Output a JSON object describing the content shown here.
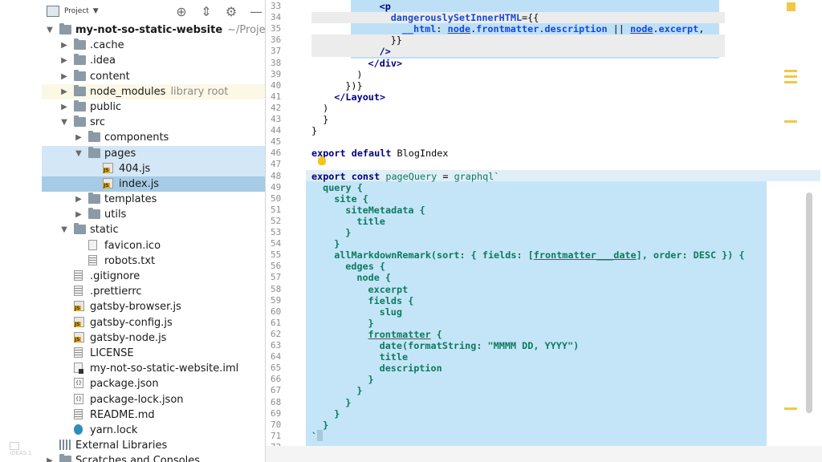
{
  "watermark": "IDEAS.1",
  "project": {
    "title": "Project",
    "toolbar_icons": [
      "crosshair-icon",
      "collapse-icon",
      "gear-icon",
      "minimize-icon"
    ],
    "tree": [
      {
        "label": "my-not-so-static-website",
        "suffix": "~/Projekte/",
        "type": "folder",
        "arrow": "down",
        "indent": 0,
        "bold": true
      },
      {
        "label": ".cache",
        "type": "folder",
        "arrow": "right",
        "indent": 1
      },
      {
        "label": ".idea",
        "type": "folder",
        "arrow": "right",
        "indent": 1
      },
      {
        "label": "content",
        "type": "folder",
        "arrow": "right",
        "indent": 1
      },
      {
        "label": "node_modules",
        "suffix": "library root",
        "type": "folder",
        "arrow": "right",
        "indent": 1,
        "state": "hl"
      },
      {
        "label": "public",
        "type": "folder",
        "arrow": "right",
        "indent": 1
      },
      {
        "label": "src",
        "type": "folder",
        "arrow": "down",
        "indent": 1
      },
      {
        "label": "components",
        "type": "folder",
        "arrow": "right",
        "indent": 2
      },
      {
        "label": "pages",
        "type": "folder",
        "arrow": "down",
        "indent": 2,
        "state": "sel-light"
      },
      {
        "label": "404.js",
        "type": "js",
        "indent": 3,
        "state": "sel-light"
      },
      {
        "label": "index.js",
        "type": "js",
        "indent": 3,
        "state": "sel-dark"
      },
      {
        "label": "templates",
        "type": "folder",
        "arrow": "right",
        "indent": 2
      },
      {
        "label": "utils",
        "type": "folder",
        "arrow": "right",
        "indent": 2
      },
      {
        "label": "static",
        "type": "folder",
        "arrow": "down",
        "indent": 1
      },
      {
        "label": "favicon.ico",
        "type": "file",
        "indent": 2
      },
      {
        "label": "robots.txt",
        "type": "lines",
        "indent": 2
      },
      {
        "label": ".gitignore",
        "type": "lines",
        "indent": 1
      },
      {
        "label": ".prettierrc",
        "type": "lines",
        "indent": 1
      },
      {
        "label": "gatsby-browser.js",
        "type": "js",
        "indent": 1
      },
      {
        "label": "gatsby-config.js",
        "type": "js",
        "indent": 1
      },
      {
        "label": "gatsby-node.js",
        "type": "js",
        "indent": 1
      },
      {
        "label": "LICENSE",
        "type": "lines",
        "indent": 1
      },
      {
        "label": "my-not-so-static-website.iml",
        "type": "iml",
        "indent": 1
      },
      {
        "label": "package.json",
        "type": "json",
        "indent": 1
      },
      {
        "label": "package-lock.json",
        "type": "json",
        "indent": 1
      },
      {
        "label": "README.md",
        "type": "lines",
        "indent": 1
      },
      {
        "label": "yarn.lock",
        "type": "yarn",
        "indent": 1
      },
      {
        "label": "External Libraries",
        "type": "lib",
        "indent": 0
      },
      {
        "label": "Scratches and Consoles",
        "type": "folder",
        "arrow": "right",
        "indent": 0
      }
    ]
  },
  "editor": {
    "lines": [
      {
        "n": "33",
        "indent": 6,
        "tokens": [
          [
            "tag",
            "<p"
          ]
        ]
      },
      {
        "n": "34",
        "indent": 7,
        "tokens": [
          [
            "attr",
            "dangerouslySetInnerHTML"
          ],
          [
            "plain",
            "={{"
          ]
        ]
      },
      {
        "n": "35",
        "indent": 8,
        "tokens": [
          [
            "attr",
            "__html"
          ],
          [
            "plain",
            ": "
          ],
          [
            "ul",
            "node"
          ],
          [
            "plain",
            "."
          ],
          [
            "attr",
            "frontmatter"
          ],
          [
            "plain",
            "."
          ],
          [
            "attr",
            "description"
          ],
          [
            "plain",
            " || "
          ],
          [
            "ul",
            "node"
          ],
          [
            "plain",
            "."
          ],
          [
            "attr",
            "excerpt"
          ],
          [
            "plain",
            ","
          ]
        ]
      },
      {
        "n": "36",
        "indent": 7,
        "tokens": [
          [
            "plain",
            "}}"
          ]
        ]
      },
      {
        "n": "37",
        "indent": 6,
        "tokens": [
          [
            "tag",
            "/>"
          ]
        ]
      },
      {
        "n": "38",
        "indent": 5,
        "tokens": [
          [
            "tag",
            "</div>"
          ]
        ]
      },
      {
        "n": "39",
        "indent": 4,
        "tokens": [
          [
            "plain",
            ")"
          ]
        ]
      },
      {
        "n": "40",
        "indent": 3,
        "tokens": [
          [
            "plain",
            "})}"
          ]
        ]
      },
      {
        "n": "41",
        "indent": 2,
        "tokens": [
          [
            "tag",
            "</Layout>"
          ]
        ]
      },
      {
        "n": "42",
        "indent": 1,
        "tokens": [
          [
            "plain",
            ")"
          ]
        ]
      },
      {
        "n": "43",
        "indent": 1,
        "tokens": [
          [
            "plain",
            "}"
          ]
        ]
      },
      {
        "n": "44",
        "indent": 0,
        "tokens": [
          [
            "plain",
            "}"
          ]
        ]
      },
      {
        "n": "45",
        "indent": 0,
        "tokens": []
      },
      {
        "n": "46",
        "indent": 0,
        "tokens": [
          [
            "kw",
            "export default "
          ],
          [
            "plain",
            "BlogIndex"
          ]
        ]
      },
      {
        "n": "47",
        "indent": 0,
        "tokens": []
      },
      {
        "n": "48",
        "indent": 0,
        "tokens": [
          [
            "kw",
            "export const "
          ],
          [
            "str",
            "pageQuery "
          ],
          [
            "plain",
            "= "
          ],
          [
            "str",
            "graphql`"
          ]
        ]
      },
      {
        "n": "49",
        "indent": 1,
        "tokens": [
          [
            "gql",
            "query {"
          ]
        ]
      },
      {
        "n": "50",
        "indent": 2,
        "tokens": [
          [
            "gql",
            "site {"
          ]
        ]
      },
      {
        "n": "51",
        "indent": 3,
        "tokens": [
          [
            "gql",
            "siteMetadata {"
          ]
        ]
      },
      {
        "n": "52",
        "indent": 4,
        "tokens": [
          [
            "gql",
            "title"
          ]
        ]
      },
      {
        "n": "53",
        "indent": 3,
        "tokens": [
          [
            "gql",
            "}"
          ]
        ]
      },
      {
        "n": "54",
        "indent": 2,
        "tokens": [
          [
            "gql",
            "}"
          ]
        ]
      },
      {
        "n": "55",
        "indent": 2,
        "tokens": [
          [
            "gql",
            "allMarkdownRemark(sort: { fields: ["
          ],
          [
            "gqlul",
            "frontmatter___date"
          ],
          [
            "gql",
            "], order: DESC }) {"
          ]
        ]
      },
      {
        "n": "56",
        "indent": 3,
        "tokens": [
          [
            "gql",
            "edges {"
          ]
        ]
      },
      {
        "n": "57",
        "indent": 4,
        "tokens": [
          [
            "gql",
            "node {"
          ]
        ]
      },
      {
        "n": "58",
        "indent": 5,
        "tokens": [
          [
            "gql",
            "excerpt"
          ]
        ]
      },
      {
        "n": "59",
        "indent": 5,
        "tokens": [
          [
            "gql",
            "fields {"
          ]
        ]
      },
      {
        "n": "60",
        "indent": 6,
        "tokens": [
          [
            "gql",
            "slug"
          ]
        ]
      },
      {
        "n": "61",
        "indent": 5,
        "tokens": [
          [
            "gql",
            "}"
          ]
        ]
      },
      {
        "n": "62",
        "indent": 5,
        "tokens": [
          [
            "gqlul",
            "frontmatter"
          ],
          [
            "gql",
            " {"
          ]
        ]
      },
      {
        "n": "63",
        "indent": 6,
        "tokens": [
          [
            "gql",
            "date(formatString: \"MMMM DD, YYYY\")"
          ]
        ]
      },
      {
        "n": "64",
        "indent": 6,
        "tokens": [
          [
            "gql",
            "title"
          ]
        ]
      },
      {
        "n": "65",
        "indent": 6,
        "tokens": [
          [
            "gql",
            "description"
          ]
        ]
      },
      {
        "n": "66",
        "indent": 5,
        "tokens": [
          [
            "gql",
            "}"
          ]
        ]
      },
      {
        "n": "67",
        "indent": 4,
        "tokens": [
          [
            "gql",
            "}"
          ]
        ]
      },
      {
        "n": "68",
        "indent": 3,
        "tokens": [
          [
            "gql",
            "}"
          ]
        ]
      },
      {
        "n": "69",
        "indent": 2,
        "tokens": [
          [
            "gql",
            "}"
          ]
        ]
      },
      {
        "n": "70",
        "indent": 1,
        "tokens": [
          [
            "gql",
            "}"
          ]
        ]
      },
      {
        "n": "71",
        "indent": 0,
        "tokens": [
          [
            "gql",
            "`"
          ]
        ]
      },
      {
        "n": "72",
        "indent": 0,
        "tokens": []
      }
    ]
  },
  "colors": {
    "selection": "#c4e5f8",
    "marker": "#f2c744"
  }
}
